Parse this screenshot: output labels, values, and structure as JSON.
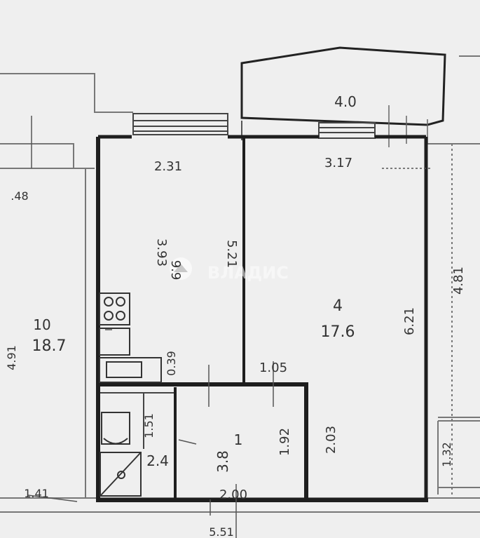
{
  "watermark": {
    "text": "ВЛАДИС"
  },
  "rooms": {
    "balcony": {
      "width": "4.0"
    },
    "kitchen": {
      "width": "2.31",
      "length": "3.93",
      "area": "9.9"
    },
    "living": {
      "number": "4",
      "area": "17.6",
      "width": "3.17",
      "length": "5.21",
      "depth": "6.21"
    },
    "hall": {
      "number": "1",
      "area": "3.8",
      "length": "1.92",
      "depth": "2.03",
      "width": "2.00"
    },
    "bath": {
      "area": "2.4",
      "width": "1.51"
    },
    "corridor_gap": {
      "width": "1.05"
    },
    "kitchen_niche": {
      "width": "0.39"
    },
    "neighbor_left": {
      "number": "10",
      "area": "18.7",
      "length": "4.91",
      "width": ".48"
    },
    "neighbor_right": {
      "length": "4.81",
      "small": "1.32"
    },
    "bottom": {
      "left": "1.41",
      "center": "5.51"
    }
  }
}
